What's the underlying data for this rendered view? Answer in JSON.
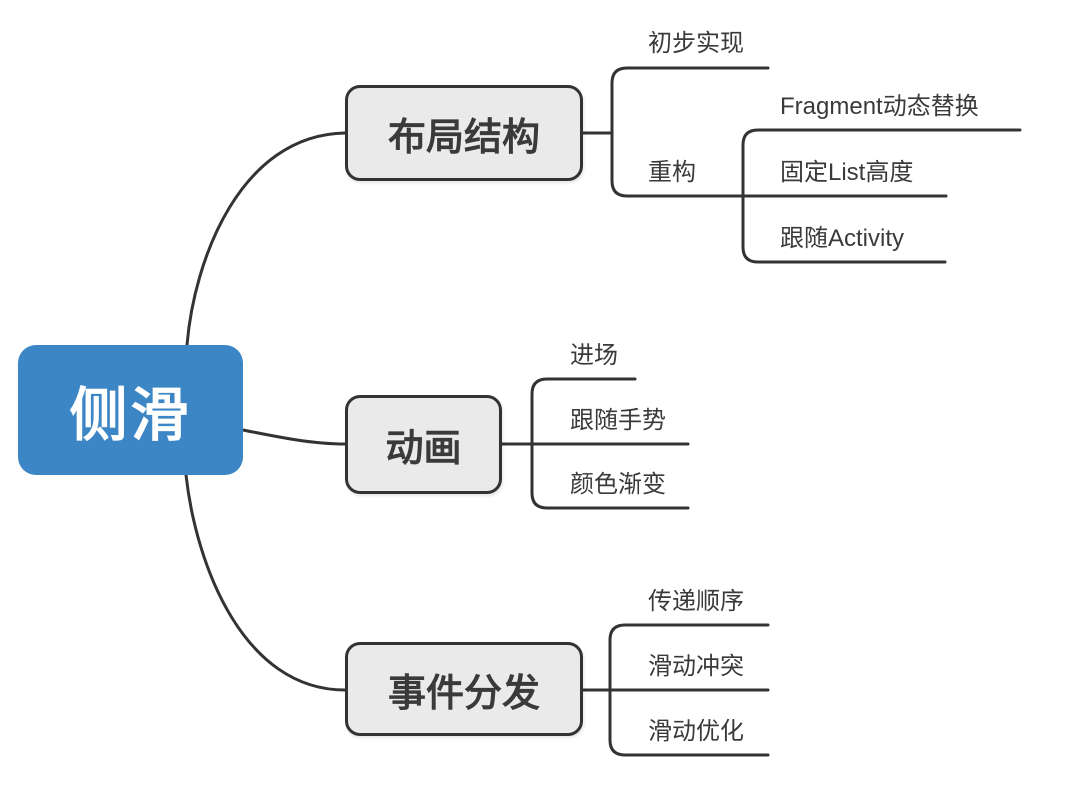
{
  "diagram": {
    "type": "mindmap",
    "colors": {
      "root_fill": "#3d86c6",
      "root_text": "#ffffff",
      "node_fill": "#eaeaea",
      "node_border": "#333333",
      "line": "#333333",
      "text": "#3a3a3a",
      "background": "#ffffff"
    },
    "root": {
      "label": "侧滑"
    },
    "branches": [
      {
        "label": "布局结构",
        "children": [
          {
            "label": "初步实现"
          },
          {
            "label": "重构",
            "children": [
              {
                "label": "Fragment动态替换"
              },
              {
                "label": "固定List高度"
              },
              {
                "label": "跟随Activity"
              }
            ]
          }
        ]
      },
      {
        "label": "动画",
        "children": [
          {
            "label": "进场"
          },
          {
            "label": "跟随手势"
          },
          {
            "label": "颜色渐变"
          }
        ]
      },
      {
        "label": "事件分发",
        "children": [
          {
            "label": "传递顺序"
          },
          {
            "label": "滑动冲突"
          },
          {
            "label": "滑动优化"
          }
        ]
      }
    ]
  }
}
